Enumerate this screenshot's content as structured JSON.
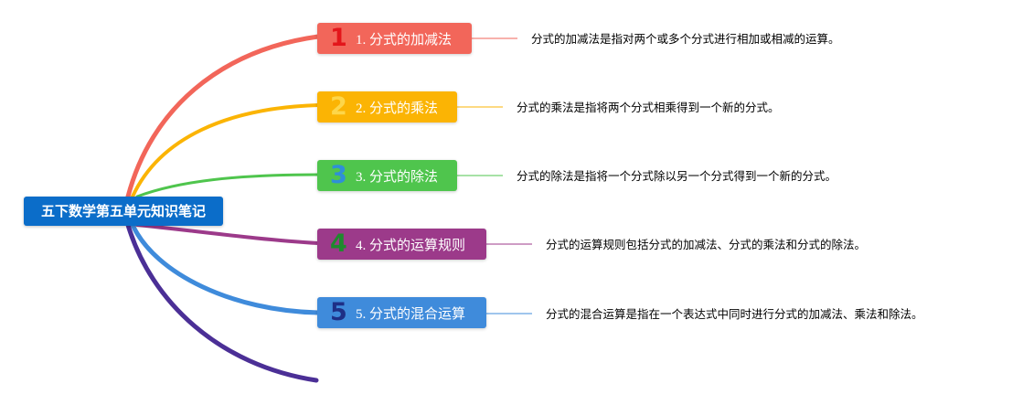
{
  "root": {
    "label": "五下数学第五单元知识笔记"
  },
  "topics": [
    {
      "number": "1",
      "label": "1. 分式的加减法",
      "description": "分式的加减法是指对两个或多个分式进行相加或相减的运算。",
      "color": "#f2665a",
      "number_color": "#e3161b"
    },
    {
      "number": "2",
      "label": "2. 分式的乘法",
      "description": "分式的乘法是指将两个分式相乘得到一个新的分式。",
      "color": "#fbb404",
      "number_color": "#fdd64a"
    },
    {
      "number": "3",
      "label": "3. 分式的除法",
      "description": "分式的除法是指将一个分式除以另一个分式得到一个新的分式。",
      "color": "#4fc54d",
      "number_color": "#2f8fd8"
    },
    {
      "number": "4",
      "label": "4. 分式的运算规则",
      "description": "分式的运算规则包括分式的加减法、分式的乘法和分式的除法。",
      "color": "#9c3a8a",
      "number_color": "#1f8a2e"
    },
    {
      "number": "5",
      "label": "5. 分式的混合运算",
      "description": "分式的混合运算是指在一个表达式中同时进行分式的加减法、乘法和除法。",
      "color": "#3f8bdb",
      "number_color": "#1e2f86"
    }
  ],
  "colors": {
    "root_bg": "#0b6dc9",
    "extra_branch": "#4b2f96"
  }
}
